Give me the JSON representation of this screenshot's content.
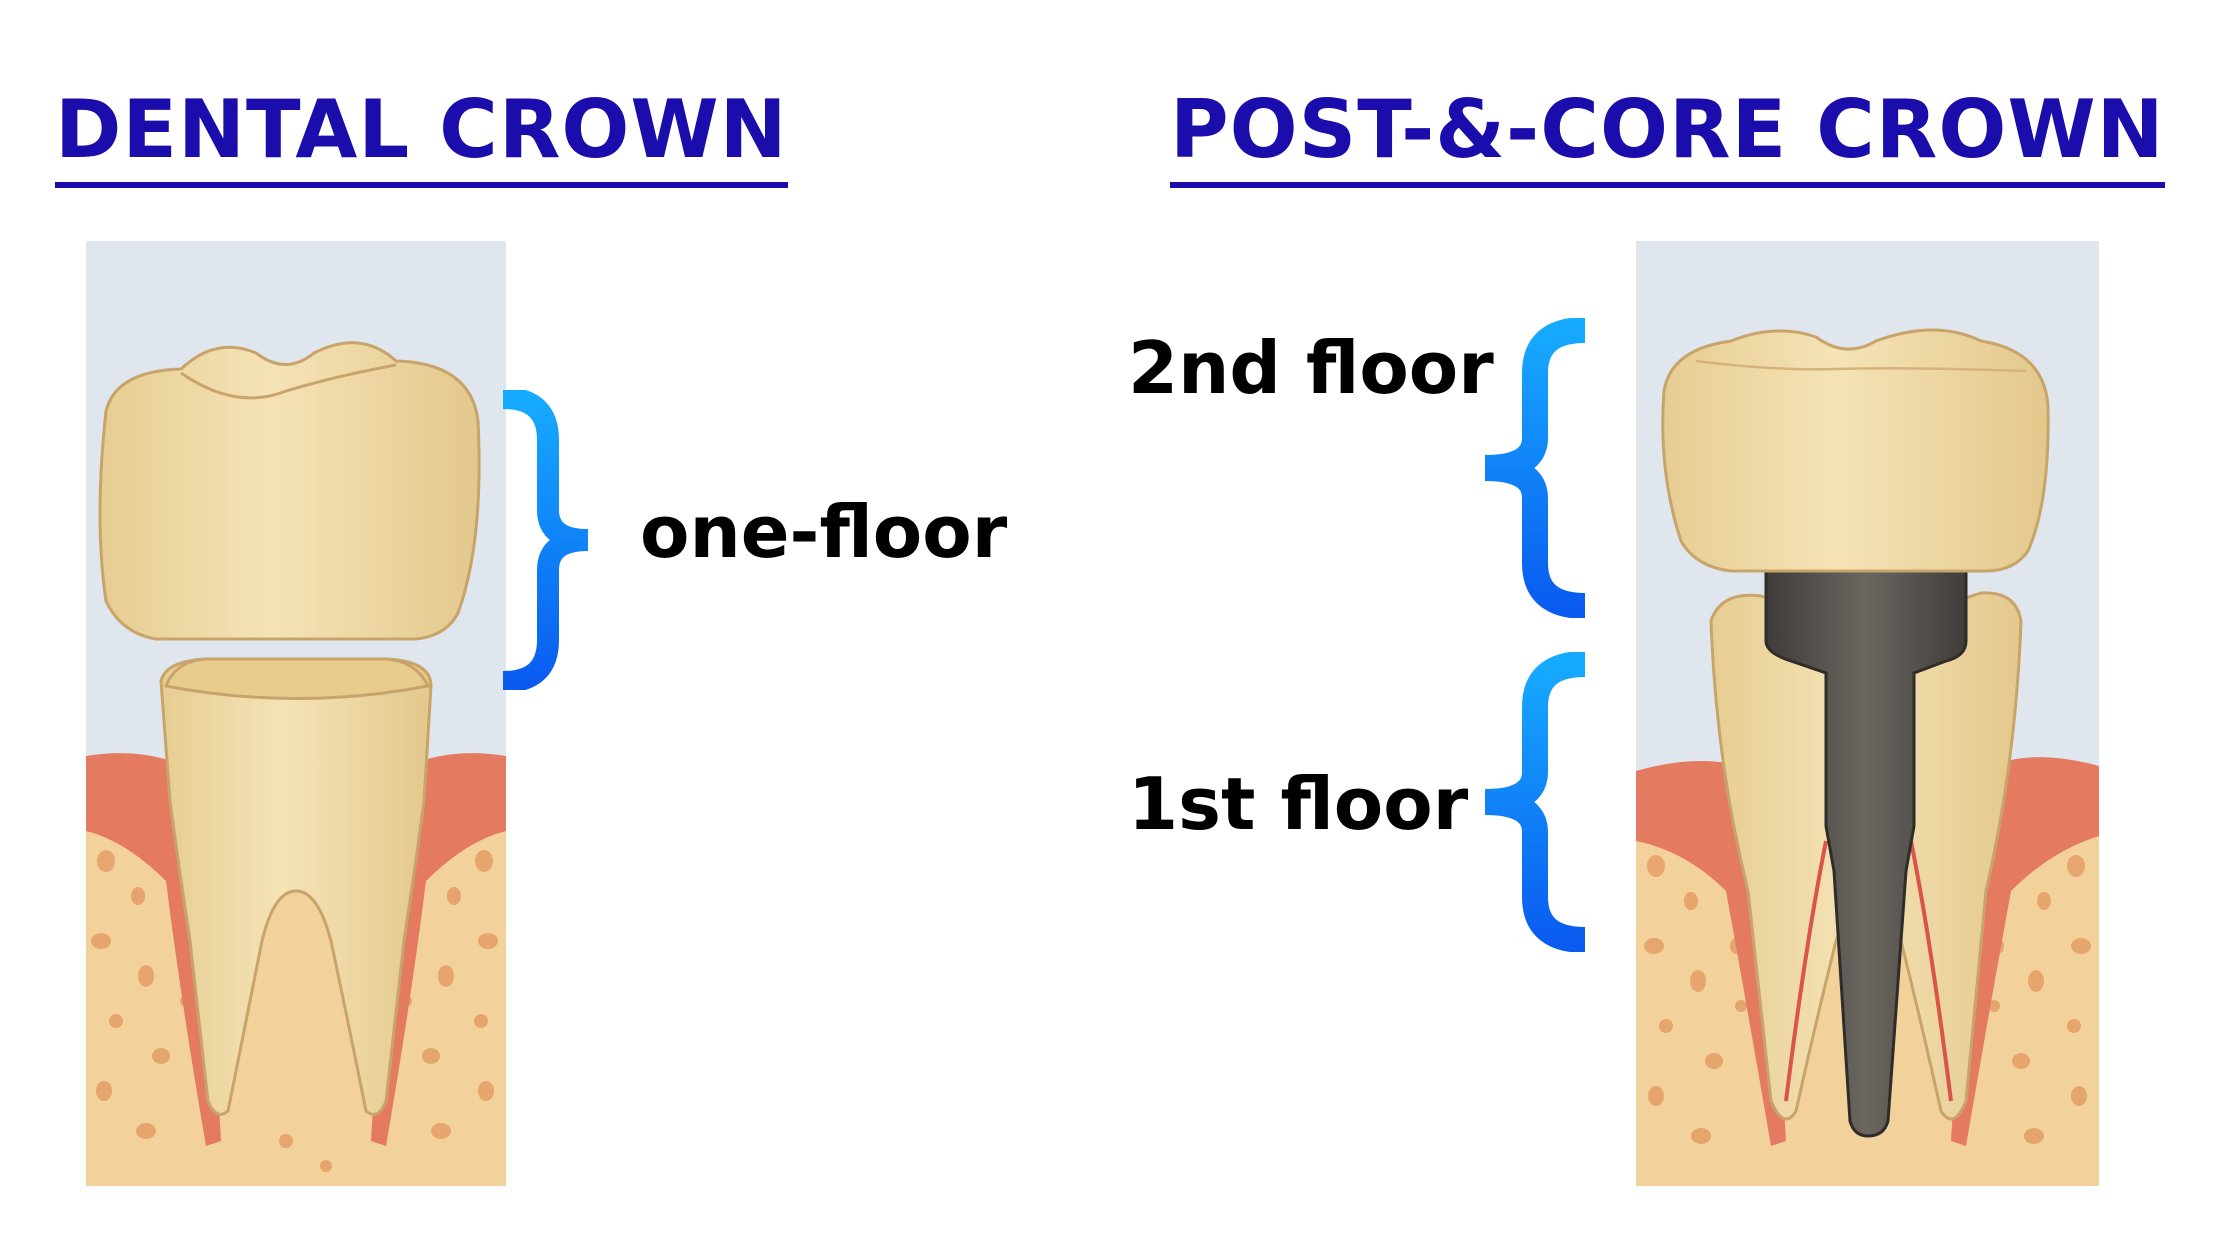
{
  "titles": {
    "left": "DENTAL CROWN",
    "right": "POST-&-CORE CROWN"
  },
  "labels": {
    "one_floor": "one-floor",
    "second_floor": "2nd floor",
    "first_floor": "1st floor"
  },
  "colors": {
    "title": "#1a0dab",
    "brace_top": "#16aaff",
    "brace_bottom": "#0a5cf0",
    "panel_bg": "#dfe6ee",
    "tooth": "#f1dca6",
    "tooth_edge": "#c9a46a",
    "gum": "#e47b61",
    "bone": "#f2d19a",
    "bone_spots": "#e2975e",
    "post": "#55524d"
  }
}
